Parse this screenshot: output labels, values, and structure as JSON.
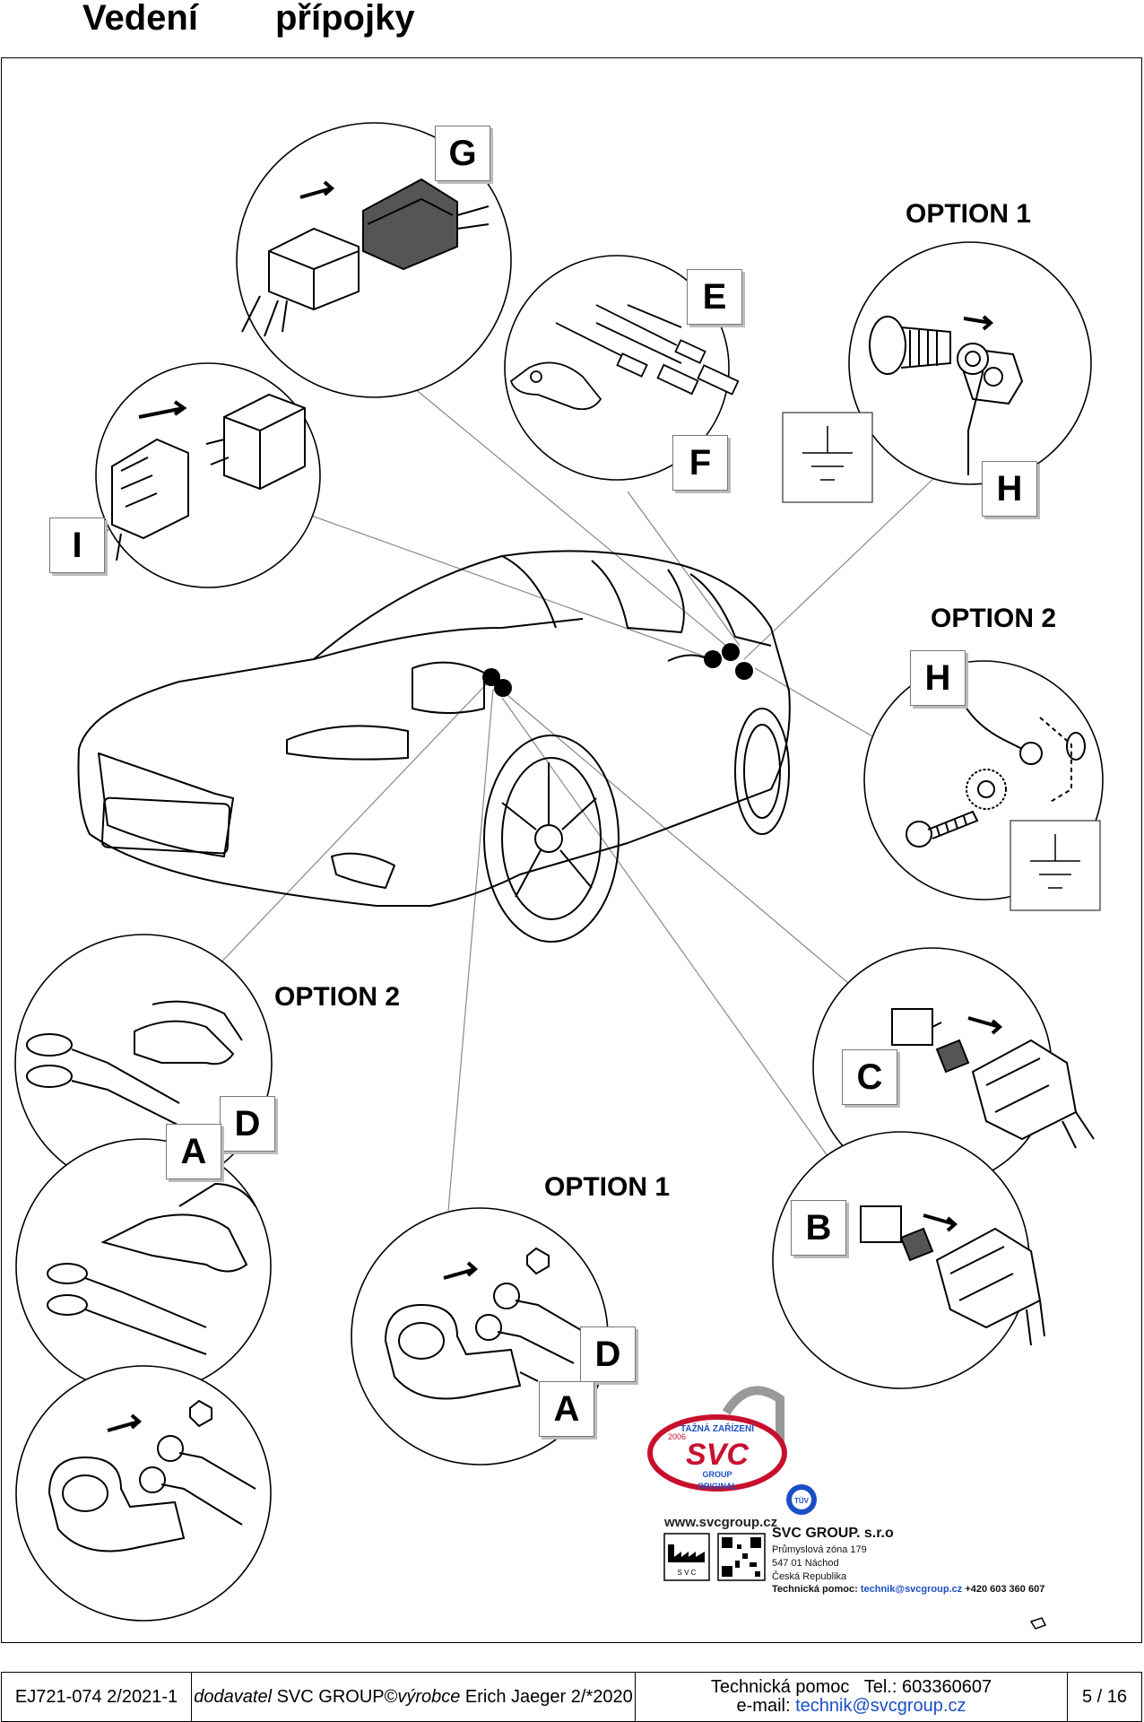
{
  "page": {
    "title_word1": "Vedení",
    "title_word2": "přípojky"
  },
  "labels": {
    "G": "G",
    "E": "E",
    "F": "F",
    "I": "I",
    "H_option1": "H",
    "H_option2": "H",
    "C": "C",
    "B": "B",
    "A_left": "A",
    "D_left": "D",
    "A_center": "A",
    "D_center": "D"
  },
  "options": {
    "option1_top": "OPTION 1",
    "option2_right": "OPTION 2",
    "option2_left": "OPTION 2",
    "option1_center": "OPTION 1"
  },
  "brand": {
    "logo_arc_top": "TAŽNÁ ZAŘÍZENÍ",
    "logo_center": "SVC",
    "logo_group": "GROUP",
    "logo_bottom": "ORIGINAL",
    "logo_left": "2006",
    "tuv": "TÜV",
    "website": "www.svcgroup.cz",
    "company": "SVC GROUP. s.r.o",
    "address1": "Průmyslová zóna 179",
    "address2": "547 01 Náchod",
    "country": "Česká Republika",
    "contact_label": "Technická pomoc:",
    "contact_email": "technik@svcgroup.cz",
    "contact_phone": "+420 603 360 607",
    "factory_letters": "S V C"
  },
  "footer": {
    "doc_code": "EJ721-074 2/2021-1",
    "supplier_prefix": "dodavatel",
    "supplier_name": " SVC GROUP©",
    "maker_prefix": "výrobce",
    "maker_name": " Erich Jaeger 2/*2020",
    "help_line1": "Technická pomoc   Tel.: 603360607",
    "help_email_prefix": "e-mail: ",
    "help_email": "technik@svcgroup.cz",
    "page_number": "5 / 16"
  },
  "colors": {
    "line": "#000000",
    "leader": "#888888",
    "connector_dark": "#555555",
    "label_border": "#777777",
    "logo_red": "#c8102e",
    "logo_blue": "#1a4fc4",
    "link_blue": "#1a4fc4"
  }
}
